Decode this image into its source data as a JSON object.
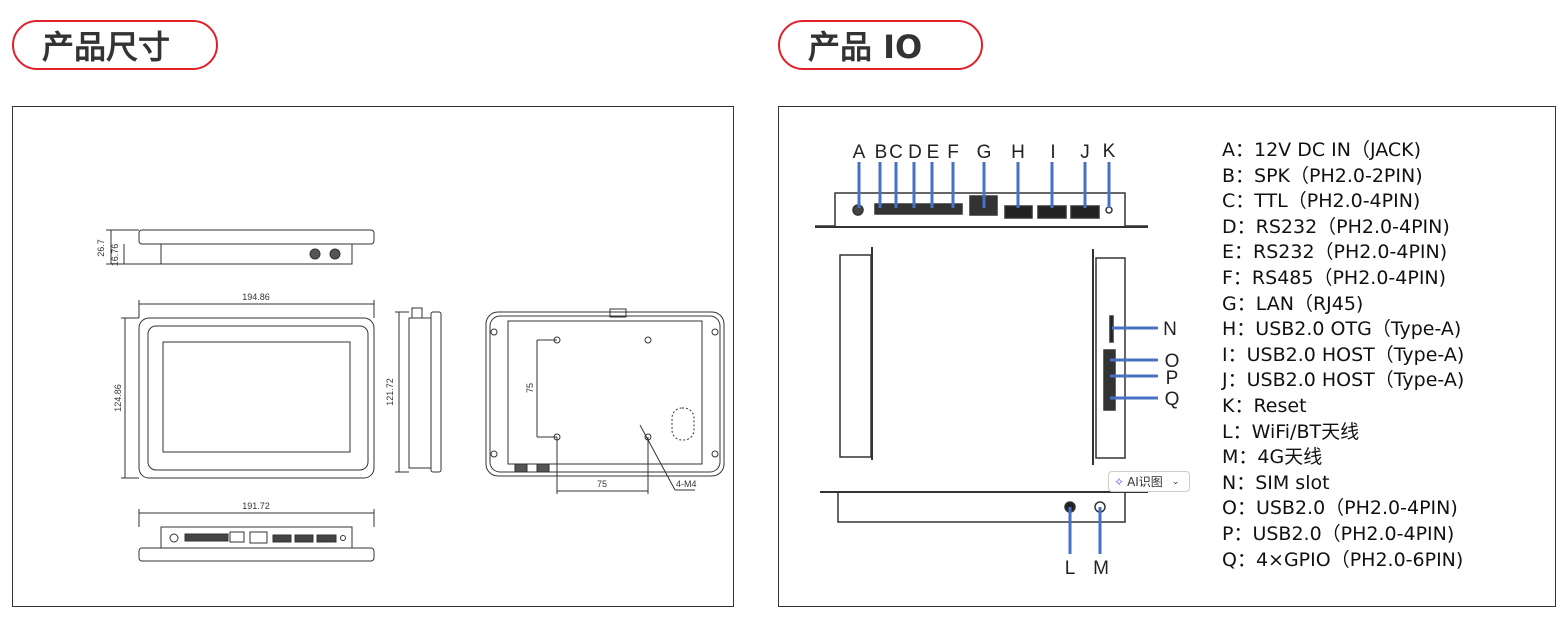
{
  "left": {
    "title": "产品尺寸",
    "dims": {
      "total_depth": "26.7",
      "body_depth": "16.76",
      "width": "194.86",
      "height": "124.86",
      "side_height": "121.72",
      "bottom_width": "191.72",
      "vesa_v": "75",
      "vesa_h": "75",
      "screw": "4-M4"
    }
  },
  "right": {
    "title": "产品 IO",
    "callouts": [
      "A",
      "B",
      "C",
      "D",
      "E",
      "F",
      "G",
      "H",
      "I",
      "J",
      "K",
      "L",
      "M",
      "N",
      "O",
      "P",
      "Q"
    ],
    "legend": [
      "A：12V DC IN（JACK)",
      "B：SPK（PH2.0-2PIN)",
      "C：TTL（PH2.0-4PIN)",
      "D：RS232（PH2.0-4PIN)",
      "E：RS232（PH2.0-4PIN)",
      "F：RS485（PH2.0-4PIN)",
      "G：LAN（RJ45)",
      "H：USB2.0 OTG（Type-A)",
      "I：USB2.0 HOST（Type-A)",
      "J：USB2.0 HOST（Type-A)",
      "K：Reset",
      "L：WiFi/BT天线",
      "M：4G天线",
      "N：SIM slot",
      "O：USB2.0（PH2.0-4PIN)",
      "P：USB2.0（PH2.0-4PIN)",
      "Q：4×GPIO（PH2.0-6PIN)"
    ],
    "ai_button": "AI识图",
    "callout_color": "#4472c4"
  },
  "accent": "#e0202a"
}
